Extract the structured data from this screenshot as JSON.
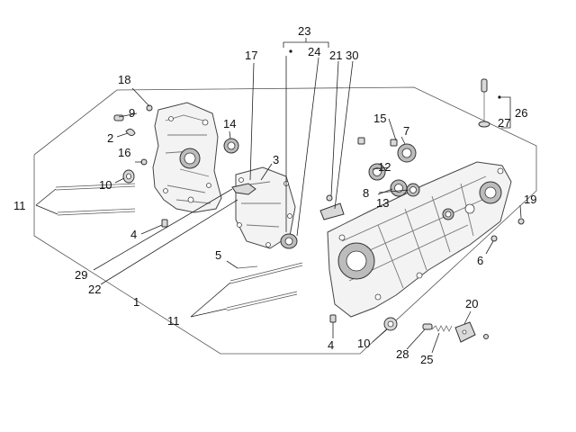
{
  "callouts": {
    "c1": "1",
    "c2": "2",
    "c3": "3",
    "c4a": "4",
    "c4b": "4",
    "c5": "5",
    "c6": "6",
    "c7": "7",
    "c8": "8",
    "c9": "9",
    "c10a": "10",
    "c10b": "10",
    "c11a": "11",
    "c11b": "11",
    "c12": "12",
    "c13": "13",
    "c14": "14",
    "c15": "15",
    "c16": "16",
    "c17": "17",
    "c18": "18",
    "c19": "19",
    "c20": "20",
    "c21": "21",
    "c22": "22",
    "c23": "23",
    "c24": "24",
    "c25": "25",
    "c26": "26",
    "c27": "27",
    "c28": "28",
    "c29": "29",
    "c30": "30"
  },
  "colors": {
    "line": "#222222",
    "part_fill": "#f3f3f3",
    "shade": "#d9d9d9",
    "background": "#ffffff"
  }
}
